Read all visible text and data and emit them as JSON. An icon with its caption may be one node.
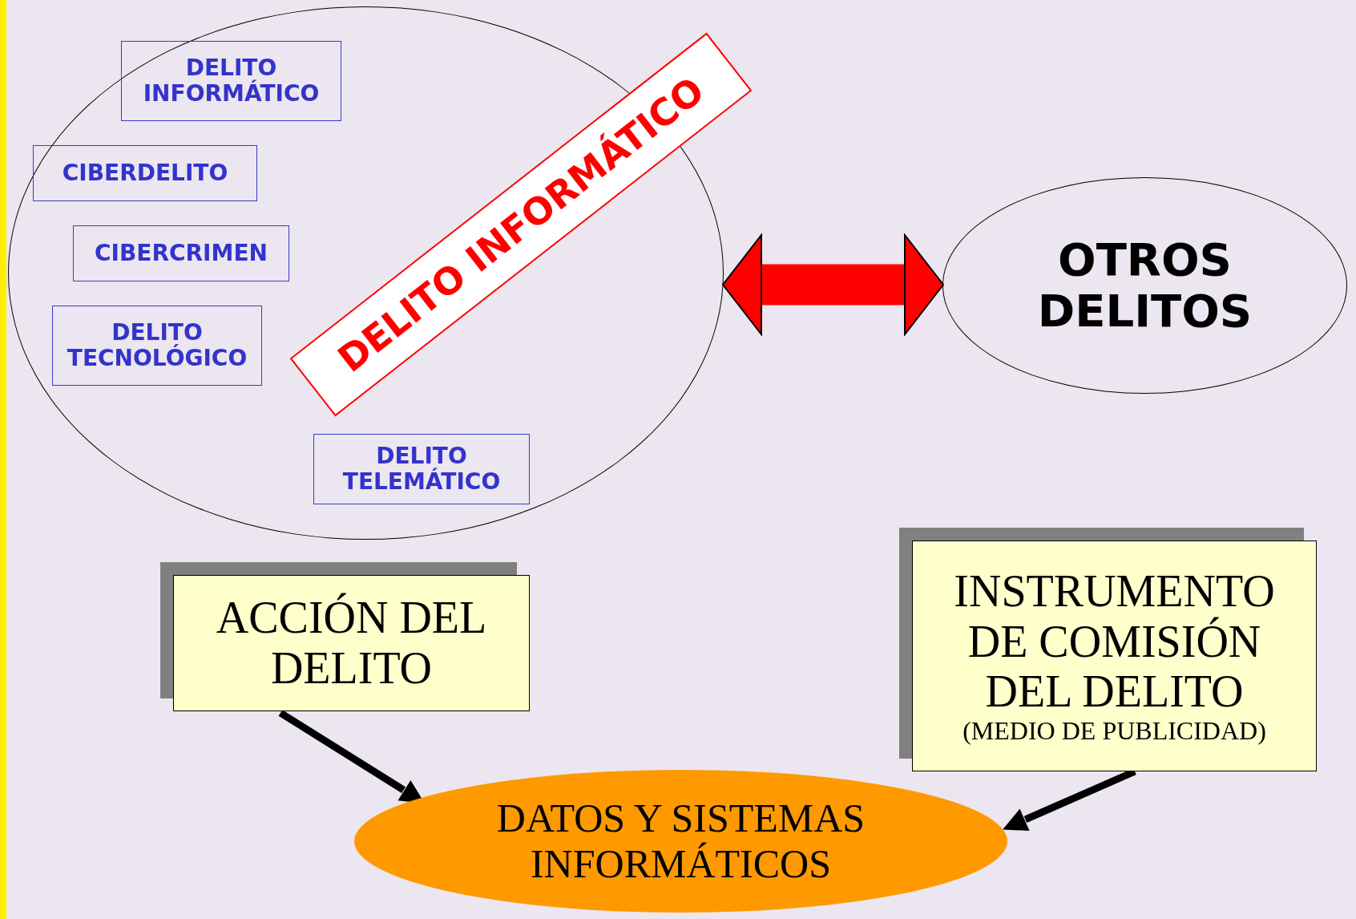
{
  "diagram": {
    "nodes": [
      {
        "text": [],
        "shape": "ellipse"
      },
      {
        "text": [
          "DELITO INFORMÁTICO"
        ],
        "in": 0
      },
      {
        "text": [
          "CIBERDELITO"
        ],
        "in": 0
      },
      {
        "text": [
          "CIBERCRIMEN"
        ],
        "in": 0
      },
      {
        "text": [
          "DELITO TECNOLÓGICO"
        ],
        "in": 0
      },
      {
        "text": [
          "DELITO TELEMÁTICO"
        ],
        "in": 0
      },
      {
        "text": [
          "DELITO INFORMÁTICO"
        ]
      },
      {
        "text": [
          "OTROS DELITOS"
        ]
      },
      {
        "text": [
          "ACCIÓN DEL DELITO"
        ]
      },
      {
        "text": [
          "INSTRUMENTO DE COMISIÓN DEL DELITO",
          "(MEDIO DE PUBLICIDAD)"
        ]
      },
      {
        "text": [
          "DATOS Y SISTEMAS INFORMÁTICOS"
        ]
      }
    ],
    "edges": [
      {
        "from": 0,
        "to": 7,
        "arrow": "both",
        "style": "thick",
        "color": "#ff0000"
      },
      {
        "from": 8,
        "to": 10,
        "arrow": "to"
      },
      {
        "from": 9,
        "to": 10,
        "arrow": "to"
      }
    ]
  }
}
